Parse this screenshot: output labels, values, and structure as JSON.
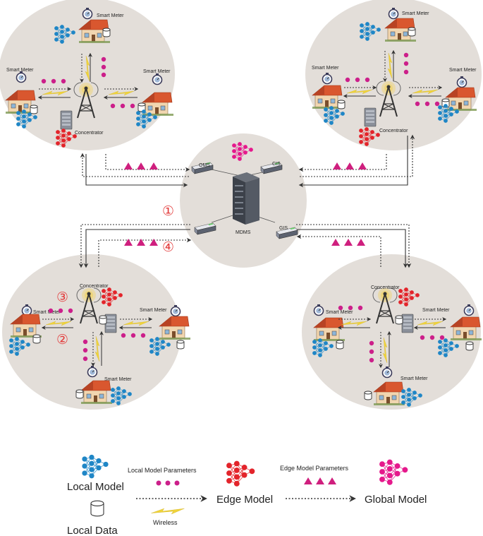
{
  "labels": {
    "smart_meter": "Smart Meter",
    "concentrator": "Concentrator",
    "mdms": "MDMS",
    "oms": "OMS",
    "cis": "CIS",
    "gis": "GIS"
  },
  "steps": {
    "s1": "①",
    "s2": "②",
    "s3": "③",
    "s4": "④"
  },
  "legend": {
    "local_model": "Local Model",
    "local_data": "Local Data",
    "local_model_parameters": "Local Model Parameters",
    "edge_model_parameters": "Edge Model Parameters",
    "edge_model": "Edge Model",
    "global_model": "Global Model",
    "wireless": "Wireless"
  },
  "colors": {
    "cluster_bg": "#e3ded9",
    "local_model": "#1f86c6",
    "edge_model": "#e3242b",
    "global_model": "#e5198c",
    "local_params": "#cc1f8a",
    "edge_params": "#cf1f7e",
    "wireless": "#f0d43a",
    "arrow": "#333333",
    "step_numbers": "#e33b3b"
  },
  "icons": {
    "house": "house-icon",
    "meter": "smart-meter-icon",
    "tower": "concentrator-tower-icon",
    "server": "server-icon",
    "database": "database-icon",
    "neural": "neural-network-icon",
    "lightning": "lightning-icon"
  }
}
